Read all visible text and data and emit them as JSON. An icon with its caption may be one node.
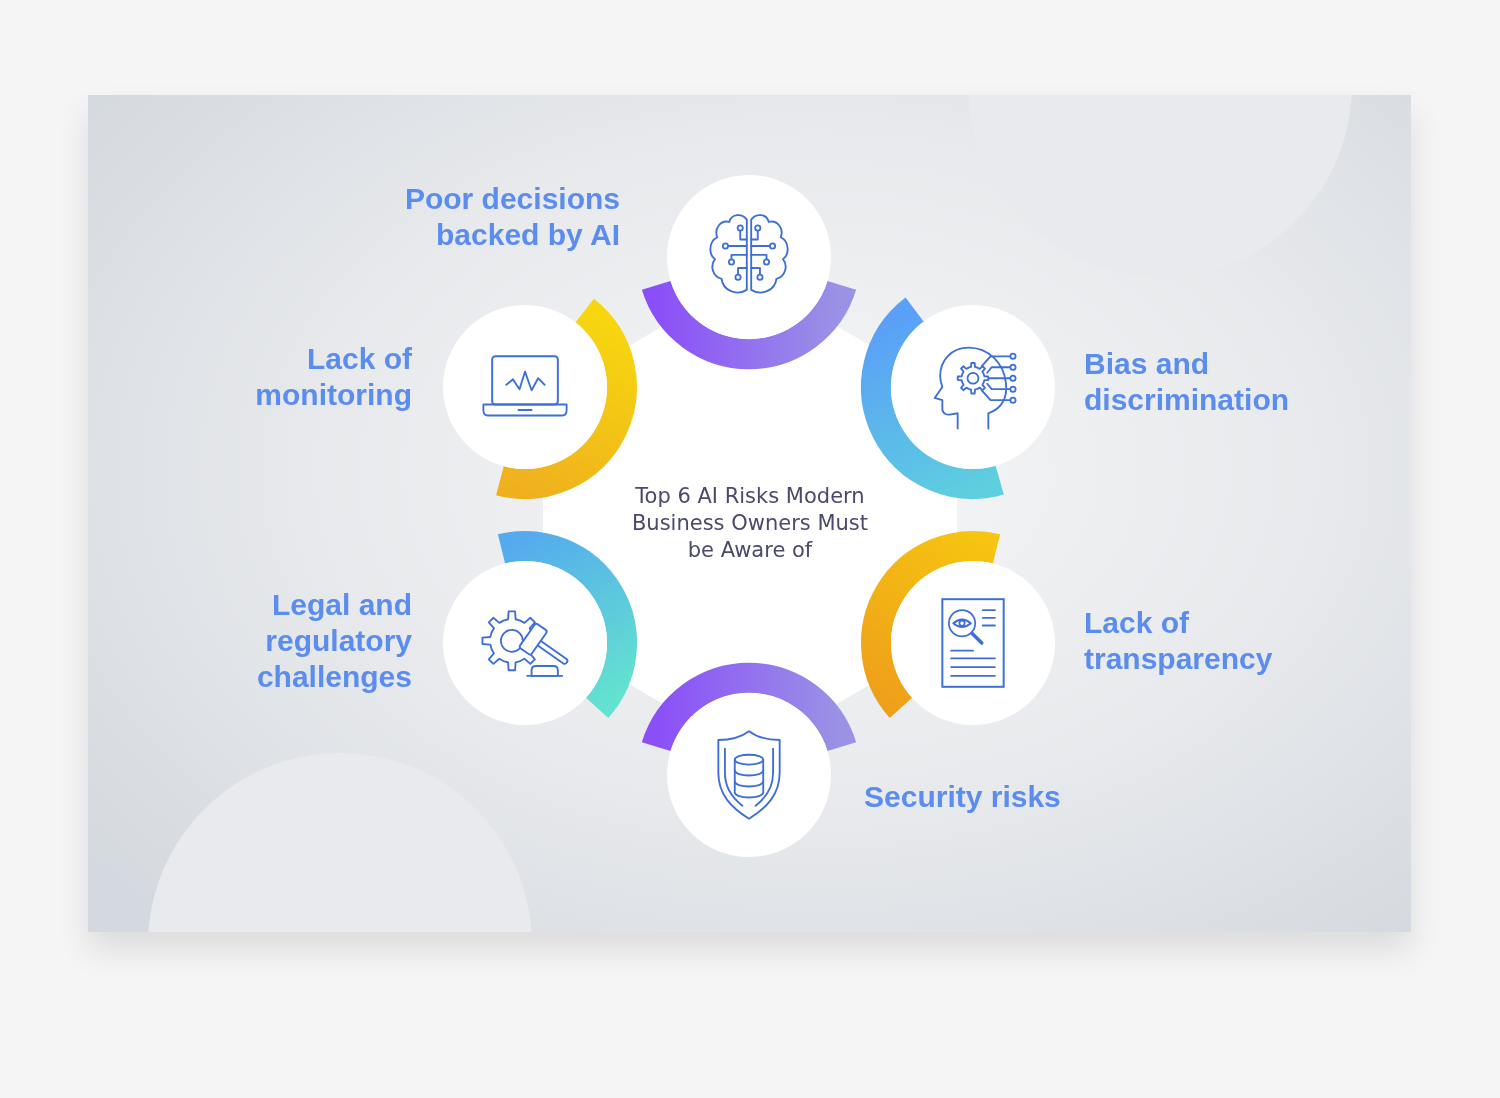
{
  "diagram": {
    "nodes": [
      {
        "text": [
          "Top 6 AI Risks Modern Business Owners Must be Aware of"
        ]
      },
      {
        "text": [
          "Poor decisions backed by AI"
        ]
      },
      {
        "text": [
          "Bias and discrimination"
        ]
      },
      {
        "text": [
          "Lack of transparency"
        ]
      },
      {
        "text": [
          "Security risks"
        ]
      },
      {
        "text": [
          "Legal and regulatory challenges"
        ]
      },
      {
        "text": [
          "Lack of monitoring"
        ]
      }
    ]
  }
}
